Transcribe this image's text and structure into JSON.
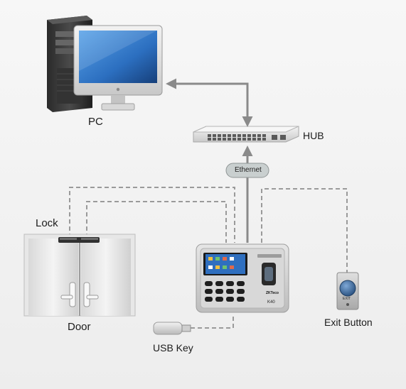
{
  "labels": {
    "pc": "PC",
    "hub": "HUB",
    "ethernet": "Ethernet",
    "lock": "Lock",
    "door": "Door",
    "usb_key": "USB Key",
    "exit_button": "Exit Button"
  },
  "device": {
    "brand": "ZKTeco",
    "model": "K40"
  },
  "exit_plate_text": "EXIT",
  "colors": {
    "connector": "#8a8a8a",
    "dashed_wire": "#9a9a9a",
    "screen_blue": "#2f6fbf",
    "ethernet_tag": "#c9cfcf"
  }
}
